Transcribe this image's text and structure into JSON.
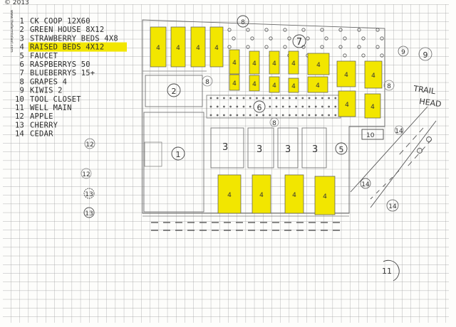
{
  "corner_mark": "© 2013",
  "side_credit": "www.thefarmtolast.com",
  "legend": [
    {
      "num": "1",
      "text": "CK COOP 12X60"
    },
    {
      "num": "2",
      "text": "GREEN HOUSE 8X12"
    },
    {
      "num": "3",
      "text": "STRAWBERRY BEDS 4X8"
    },
    {
      "num": "4",
      "text": "RAISED BEDS 4X12"
    },
    {
      "num": "5",
      "text": "FAUCET"
    },
    {
      "num": "6",
      "text": "RASPBERRYS 50"
    },
    {
      "num": "7",
      "text": "BLUEBERRYS 15+"
    },
    {
      "num": "8",
      "text": "GRAPES 4"
    },
    {
      "num": "9",
      "text": "KIWIS 2"
    },
    {
      "num": "10",
      "text": "TOOL CLOSET"
    },
    {
      "num": "11",
      "text": "WELL MAIN"
    },
    {
      "num": "12",
      "text": "APPLE"
    },
    {
      "num": "13",
      "text": "CHERRY"
    },
    {
      "num": "14",
      "text": "CEDAR"
    }
  ],
  "highlight_color": "#f2e600",
  "labels": {
    "bed": "4",
    "strawberry": "3",
    "coop": "1",
    "greenhouse": "2",
    "faucet": "5",
    "raspberry": "6",
    "blueberry": "7",
    "grapes": "8",
    "kiwi": "9",
    "tool_closet": "10",
    "well": "11",
    "apple": "12",
    "cherry": "13",
    "cedar": "14",
    "trail_line1": "TRAIL",
    "trail_line2": "HEAD"
  }
}
